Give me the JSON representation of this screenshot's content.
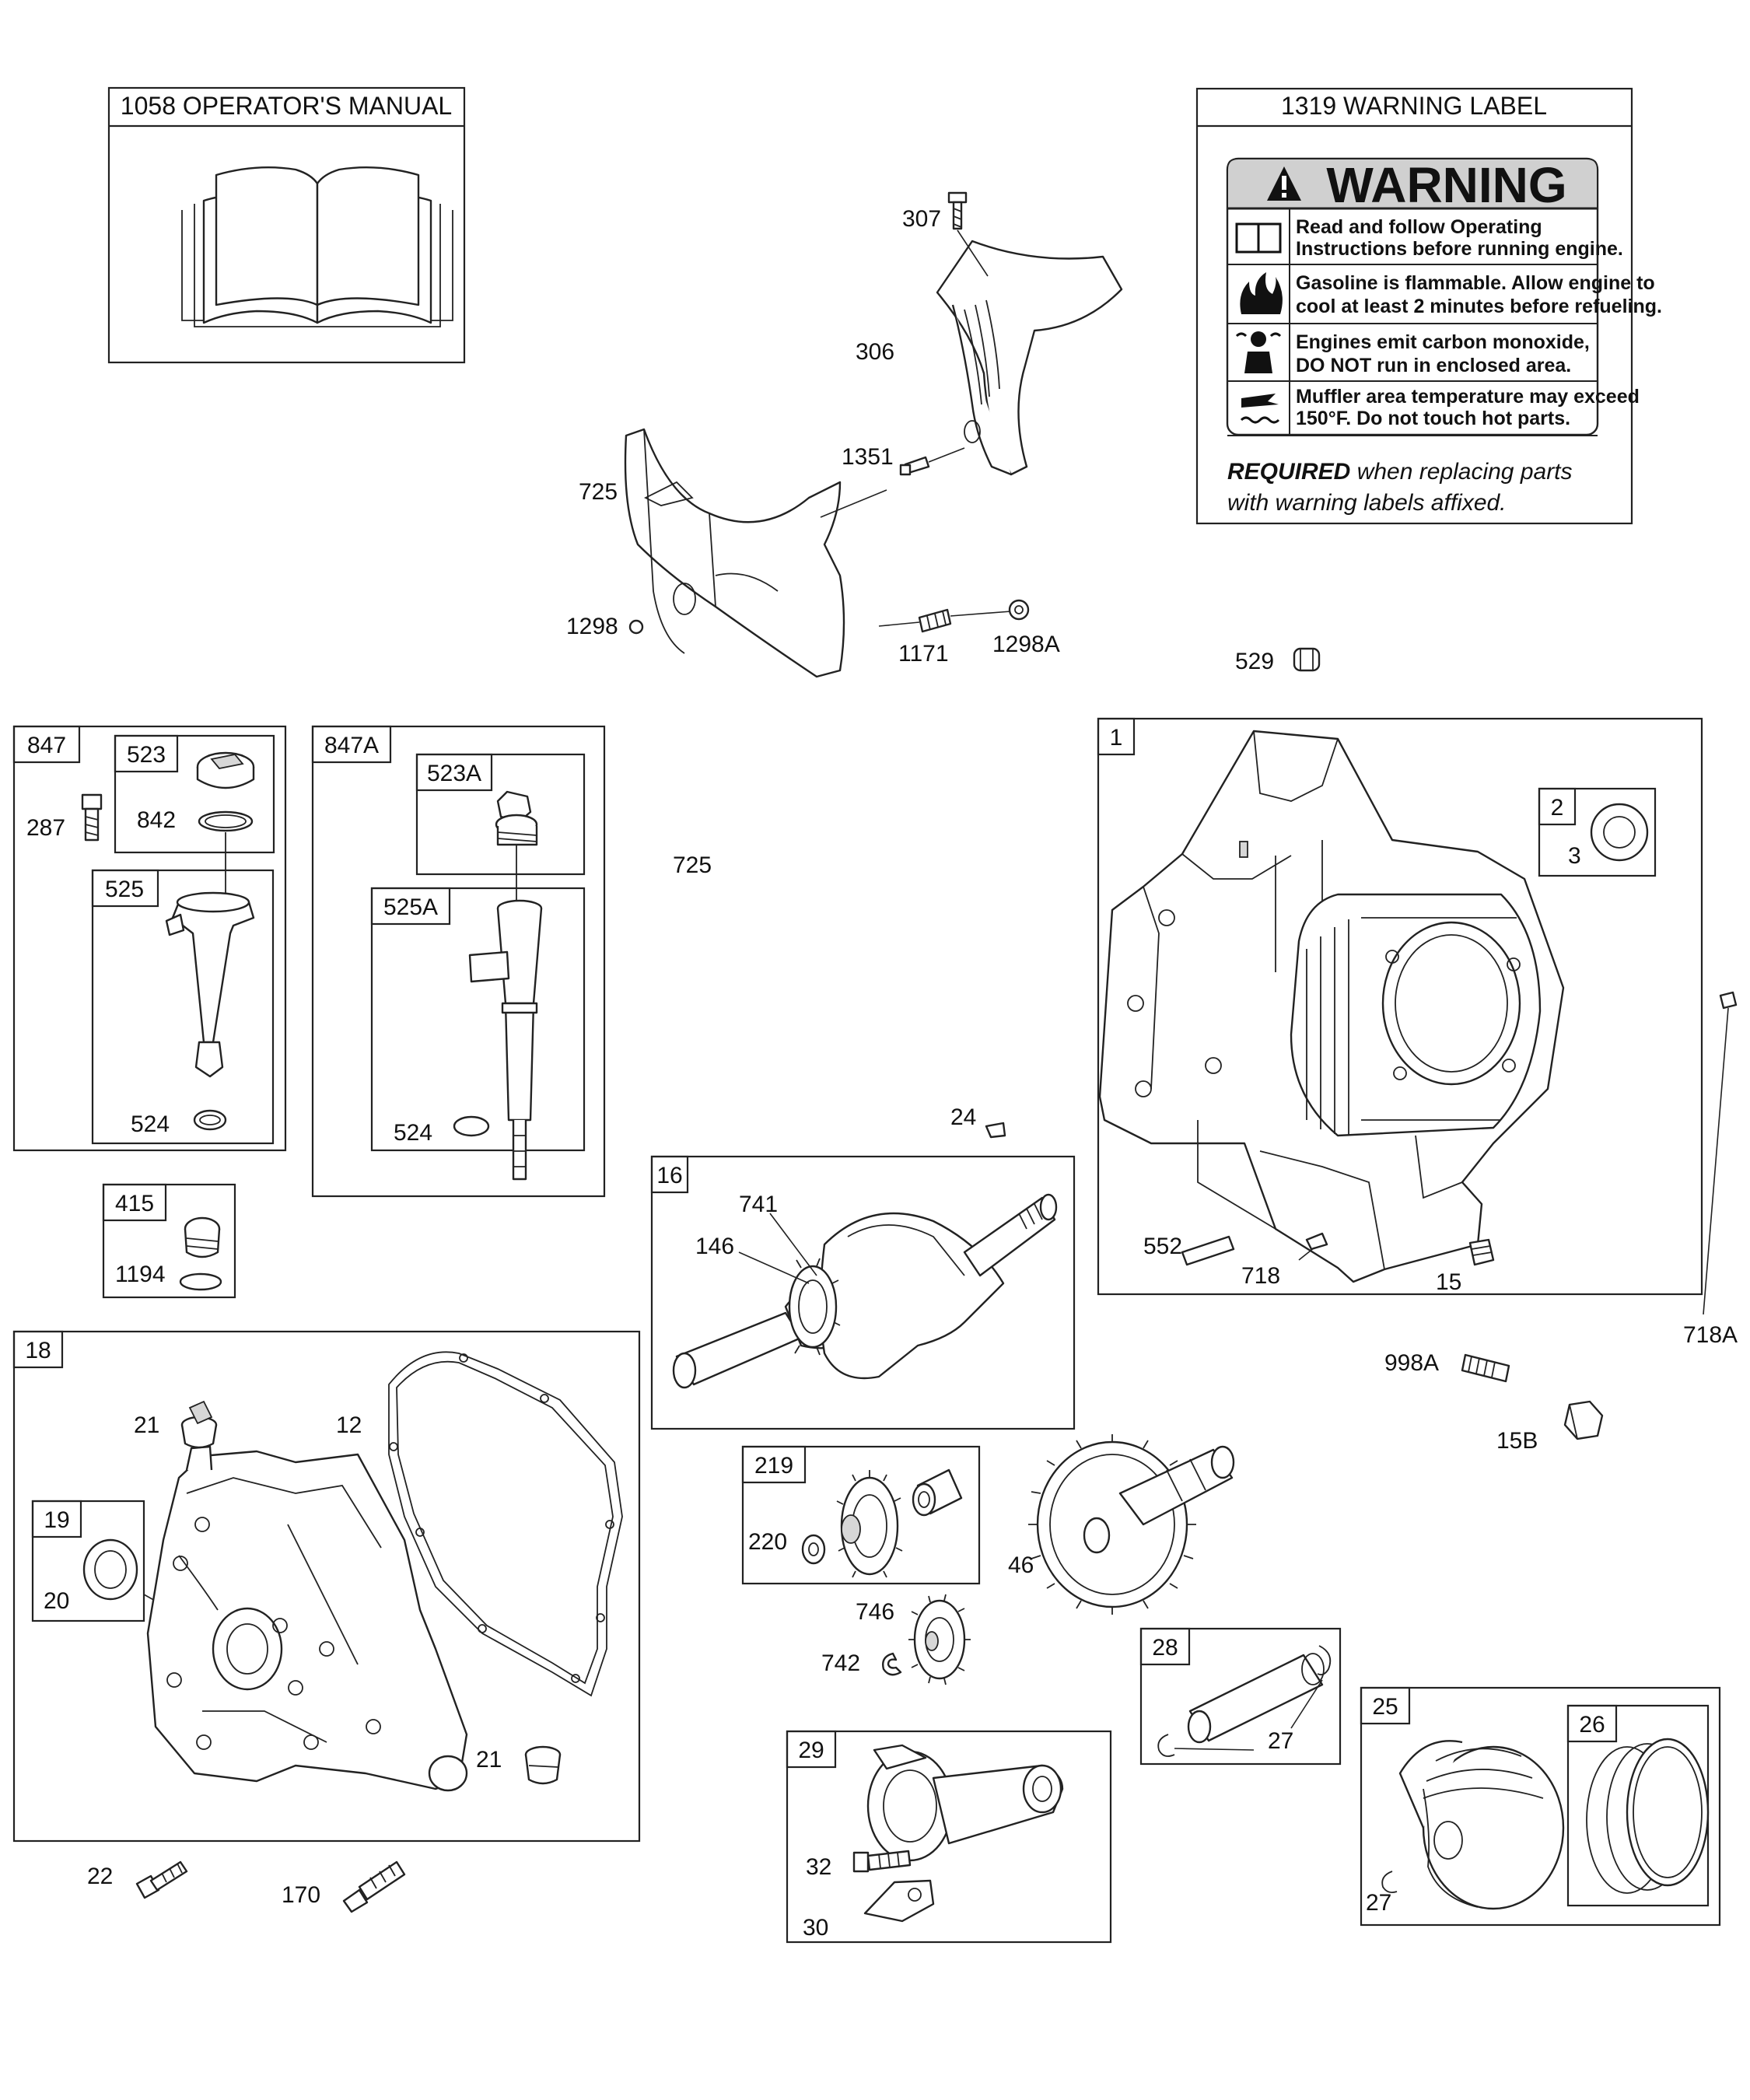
{
  "boxes": {
    "operators_manual": "1058 OPERATOR'S MANUAL",
    "warning_label": "1319 WARNING LABEL",
    "b847": "847",
    "b523": "523",
    "b525": "525",
    "b847A": "847A",
    "b523A": "523A",
    "b525A": "525A",
    "b415": "415",
    "b1": "1",
    "b2": "2",
    "b16": "16",
    "b18": "18",
    "b19": "19",
    "b219": "219",
    "b28": "28",
    "b25": "25",
    "b26": "26",
    "b29": "29"
  },
  "warning": {
    "heading": "WARNING",
    "lines": [
      "Read and follow Operating",
      "Instructions before running engine.",
      "Gasoline is flammable. Allow engine to",
      "cool at least 2 minutes before refueling.",
      "Engines emit carbon monoxide,",
      "DO NOT run in enclosed area.",
      "Muffler area temperature may exceed",
      "150°F.  Do not touch hot parts."
    ],
    "required_bold": "REQUIRED",
    "required_rest": " when replacing parts",
    "required_line2": "with warning labels affixed."
  },
  "callouts": {
    "p307": "307",
    "p306": "306",
    "p1351": "1351",
    "p725a": "725",
    "p1298": "1298",
    "p1171": "1171",
    "p1298A": "1298A",
    "p529": "529",
    "p725b": "725",
    "p287": "287",
    "p842": "842",
    "p524a": "524",
    "p524b": "524",
    "p1194": "1194",
    "p3": "3",
    "p552": "552",
    "p718": "718",
    "p15": "15",
    "p718A": "718A",
    "p998A": "998A",
    "p15B": "15B",
    "p24": "24",
    "p741": "741",
    "p146": "146",
    "p21a": "21",
    "p12": "12",
    "p20": "20",
    "p21b": "21",
    "p22": "22",
    "p170": "170",
    "p220": "220",
    "p46": "46",
    "p746": "746",
    "p742": "742",
    "p27a": "27",
    "p27b": "27",
    "p32": "32",
    "p30": "30"
  }
}
